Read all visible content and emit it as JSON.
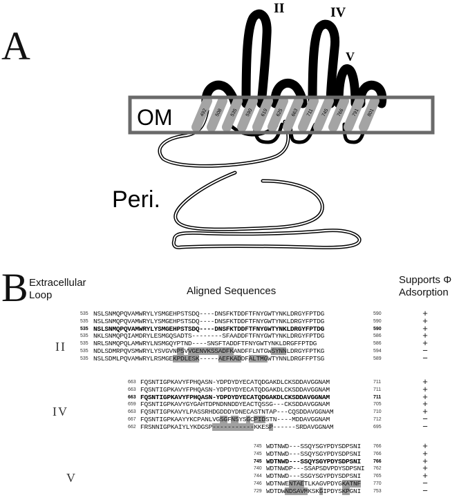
{
  "panel_a": {
    "letter": "A",
    "loop_labels": [
      "II",
      "IV",
      "V"
    ],
    "om_label": "OM",
    "peri_label": "Peri.",
    "residues": [
      "492",
      "508",
      "535",
      "590",
      "619",
      "625",
      "663",
      "711",
      "745",
      "766",
      "791",
      "801"
    ]
  },
  "panel_b": {
    "letter": "B",
    "col_loop": "Extracellular Loop",
    "col_aligned": "Aligned Sequences",
    "col_supports": "Supports Φ Adsorption",
    "groups": [
      {
        "loop": "II",
        "rows": [
          {
            "start": "535",
            "seq": "NSLSNMQPQVAMWRYLYSMGEHPSTSDQ----DNSFKTDDFTFNYGWTYNKLDRGYFPTDG",
            "end": "590",
            "support": "+",
            "bold": false
          },
          {
            "start": "535",
            "seq": "NSLSNMQPQVAMWRYLYSMGEHPSTSDQ----DNSFKTDDFTFNYGWTYNKLDRGYFPTDG",
            "end": "590",
            "support": "+",
            "bold": false
          },
          {
            "start": "535",
            "seq": "NSLSNMQPQVAMWRYLYSMGEHPSTSDQ----DNSFKTDDFTFNYGWTYNKLDRGYFPTDG",
            "end": "590",
            "support": "+",
            "bold": true
          },
          {
            "start": "535",
            "seq": "NKLSNMQPQIAMDRYLESMGQSADTS--------SFAADDFTFNYGWTYNKLDRGYFPTDG",
            "end": "586",
            "support": "+",
            "bold": false
          },
          {
            "start": "535",
            "seq": "NRLSNMQPQLAMWRYLNSMGQYPTND----SNSFTADDFTFNYGWTYNKLDRGFFPTDG",
            "end": "586",
            "support": "+",
            "bold": false
          },
          {
            "start": "535",
            "seq": "NDLSDMRPQVSMWRYLYSVGVNPSVVGENVKSSADFKANDFFLNTGWSYNNLDRGYFPTKG",
            "end": "594",
            "support": "−",
            "bold": false,
            "hl": [
              [
                22,
                24
              ],
              [
                25,
                37
              ],
              [
                47,
                51
              ]
            ]
          },
          {
            "start": "535",
            "seq": "NSLSDMLPQVAMWRYLRSMGEKPDLESK-----AEFKADDFALTMGWTYNNLDRGFFPTSG",
            "end": "589",
            "support": "−",
            "bold": false,
            "hl": [
              [
                21,
                28
              ],
              [
                33,
                39
              ],
              [
                41,
                46
              ]
            ]
          }
        ]
      },
      {
        "loop": "IV",
        "rows": [
          {
            "start": "663",
            "seq": "FQSNTIGPKAVYFPHQASN-YDPDYDYECATQDGAKDLCKSDDAVGGNAM",
            "end": "711",
            "support": "+",
            "bold": false
          },
          {
            "start": "663",
            "seq": "FQSNTIGPKAVYFPHQASN-YDPDYDYECATQDGAKDLCKSDDAVGGNAM",
            "end": "711",
            "support": "+",
            "bold": false
          },
          {
            "start": "663",
            "seq": "FQSNTIGPKAVYFPHQASN-YDPDYDYECATQDGAKDLCKSDDAVGGNAM",
            "end": "711",
            "support": "+",
            "bold": true
          },
          {
            "start": "659",
            "seq": "FQSNTIGPKAVYGYGAHTDPNDNNDDYEACTQSSG---CKSDDAVGGNAM",
            "end": "705",
            "support": "+",
            "bold": false
          },
          {
            "start": "663",
            "seq": "FQSNTIGPKAVYLPASSRHDGDDDYDNECASTNTAP---CQSDDAVGGNAM",
            "end": "710",
            "support": "+",
            "bold": false
          },
          {
            "start": "667",
            "seq": "FQSNTIGPKAAYYKCPANLVGSGFNSYSGCPIDSTN----MDDAVGGNAM",
            "end": "712",
            "support": "−",
            "bold": false,
            "hl": [
              [
                21,
                23
              ],
              [
                24,
                26
              ],
              [
                28,
                29
              ],
              [
                30,
                33
              ]
            ]
          },
          {
            "start": "662",
            "seq": "FRSNNIGPKAIYLYKDGSP-----------KKESP------SRDAVGGNAM",
            "end": "695",
            "support": "−",
            "bold": false,
            "hl": [
              [
                19,
                30
              ],
              [
                34,
                35
              ]
            ]
          }
        ]
      },
      {
        "loop": "V",
        "rows": [
          {
            "start": "745",
            "seq": "WDTNWD---SSQYSGYPDYSDPSNI",
            "end": "766",
            "support": "+",
            "bold": false
          },
          {
            "start": "745",
            "seq": "WDTNWD---SSQYSGYPDYSDPSNI",
            "end": "766",
            "support": "+",
            "bold": false
          },
          {
            "start": "745",
            "seq": "WDTNWD---SSQYSGYPDYSDPSNI",
            "end": "766",
            "support": "+",
            "bold": true
          },
          {
            "start": "740",
            "seq": "WDTNWDP---SSAPSDVPDYSDPSNI",
            "end": "762",
            "support": "+",
            "bold": false
          },
          {
            "start": "744",
            "seq": "WDTNWD---SSGYSGYPDYSDPSNI",
            "end": "765",
            "support": "+",
            "bold": false
          },
          {
            "start": "746",
            "seq": "WDTNWENTAETLKAGVPDYGKATNF",
            "end": "770",
            "support": "−",
            "bold": false,
            "hl": [
              [
                6,
                10
              ],
              [
                20,
                25
              ]
            ]
          },
          {
            "start": "729",
            "seq": "WDTDWNDSAVMKSKGIPDYSKPGNI",
            "end": "753",
            "support": "−",
            "bold": false,
            "hl": [
              [
                5,
                11
              ],
              [
                14,
                15
              ],
              [
                20,
                22
              ]
            ]
          }
        ]
      }
    ]
  }
}
